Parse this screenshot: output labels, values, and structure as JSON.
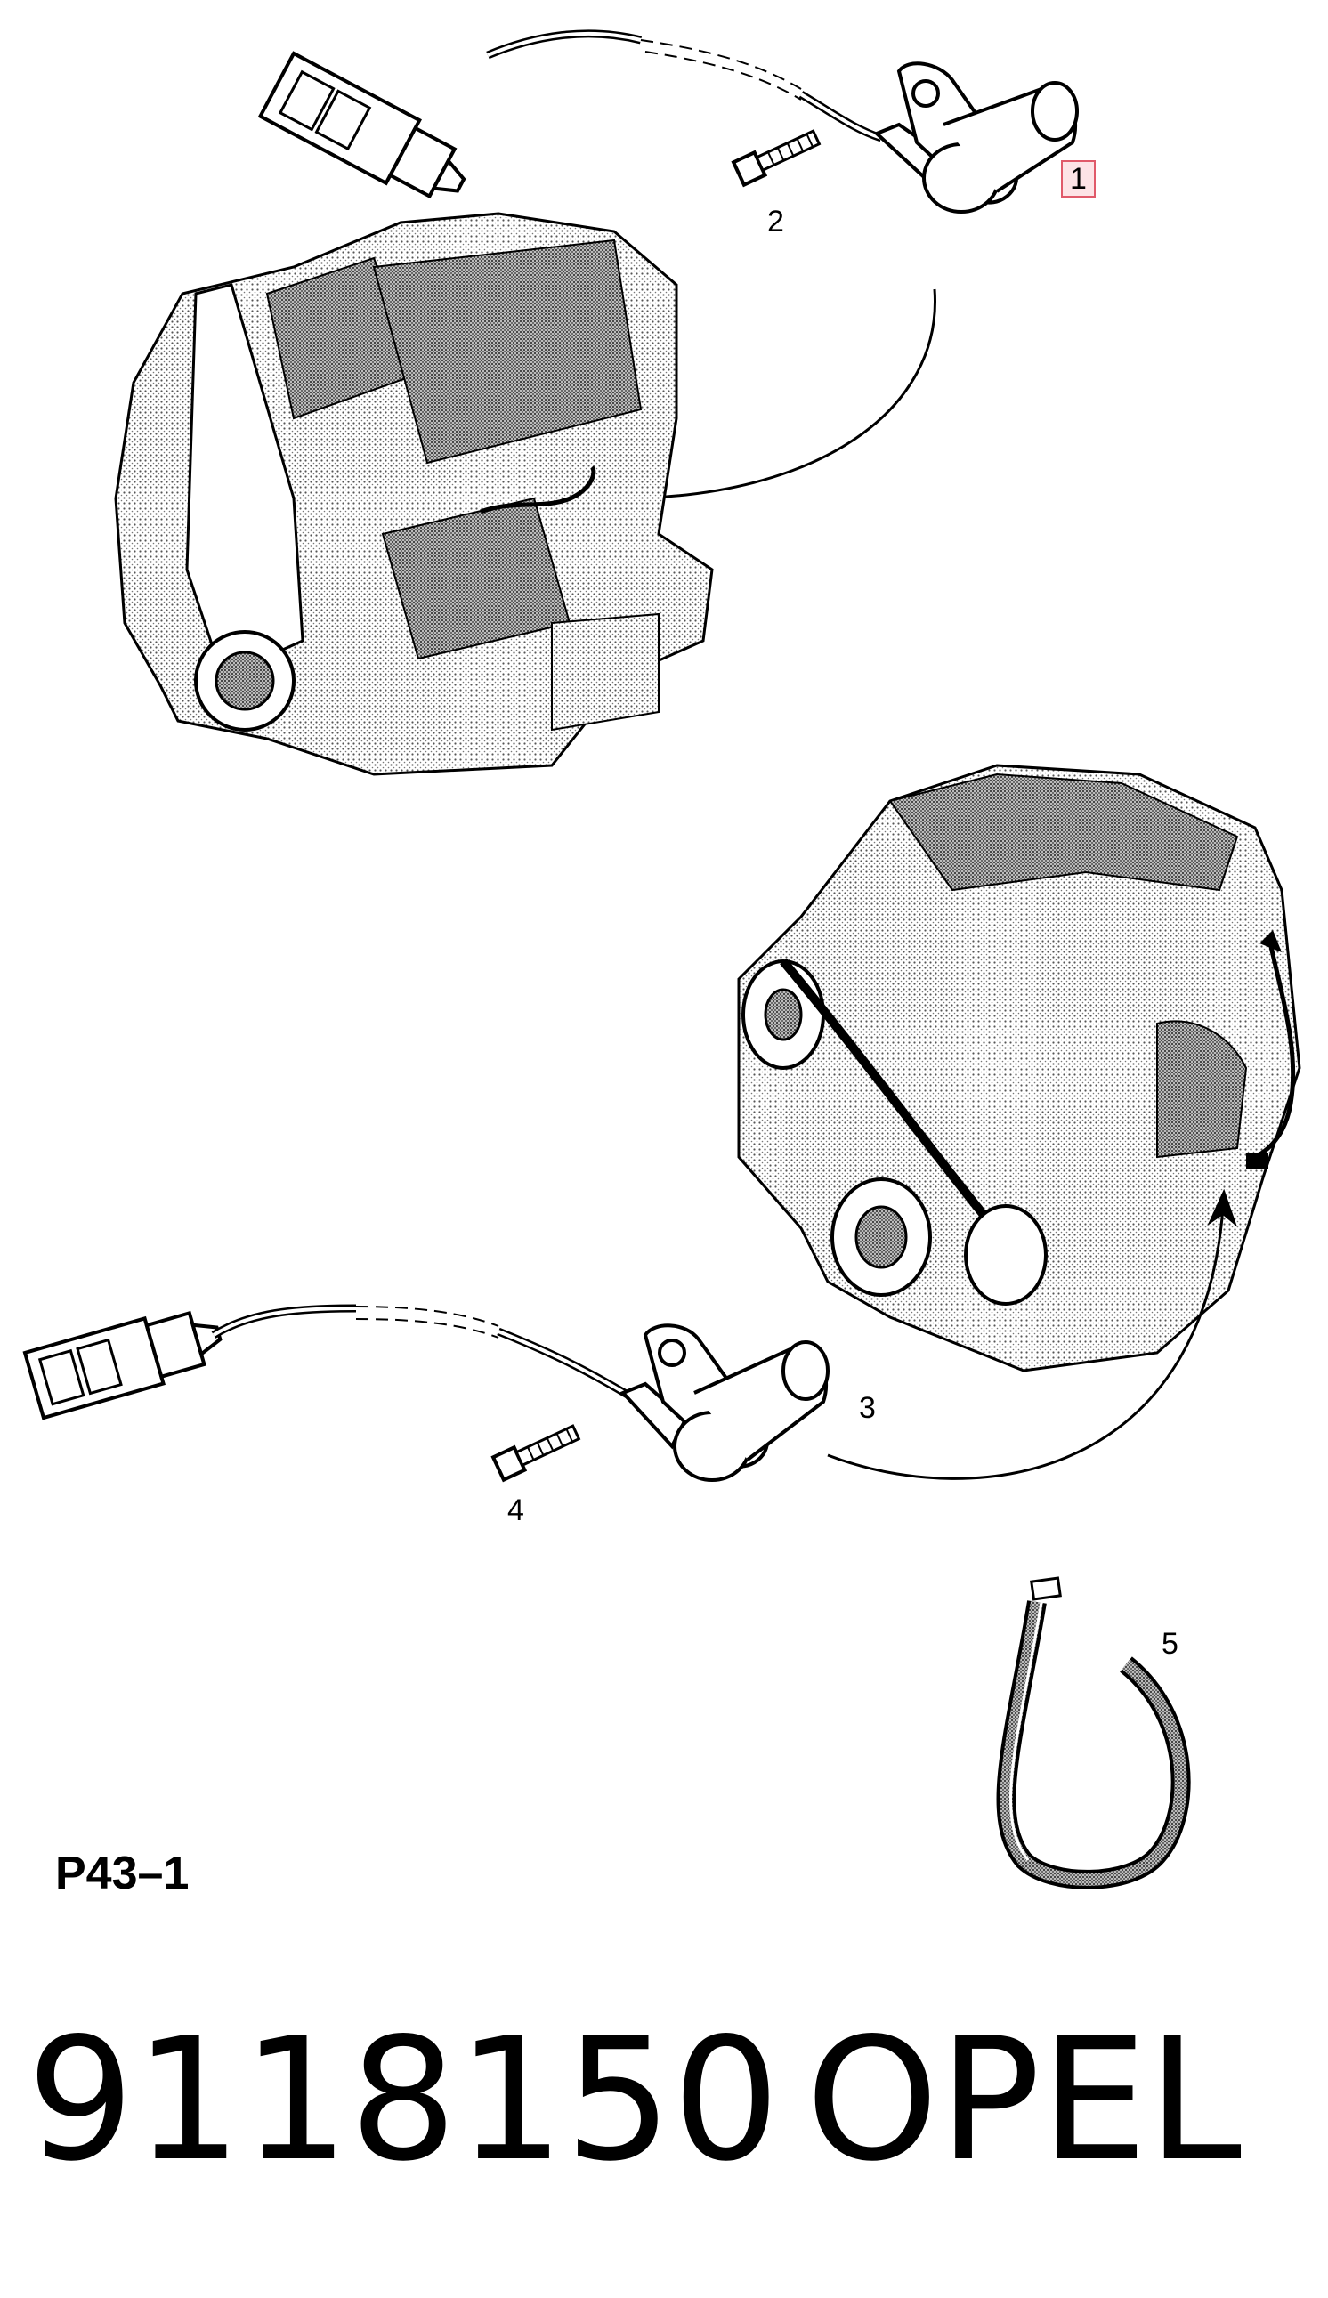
{
  "diagram": {
    "figure_code": "P43–1",
    "callouts": [
      {
        "id": "1",
        "label": "1",
        "highlighted": true
      },
      {
        "id": "2",
        "label": "2",
        "highlighted": false
      },
      {
        "id": "3",
        "label": "3",
        "highlighted": false
      },
      {
        "id": "4",
        "label": "4",
        "highlighted": false
      },
      {
        "id": "5",
        "label": "5",
        "highlighted": false
      }
    ],
    "highlight_color": "#e05a6a",
    "highlight_fill": "#fde3e6"
  },
  "footer": {
    "part_number": "9118150",
    "brand": "OPEL"
  }
}
